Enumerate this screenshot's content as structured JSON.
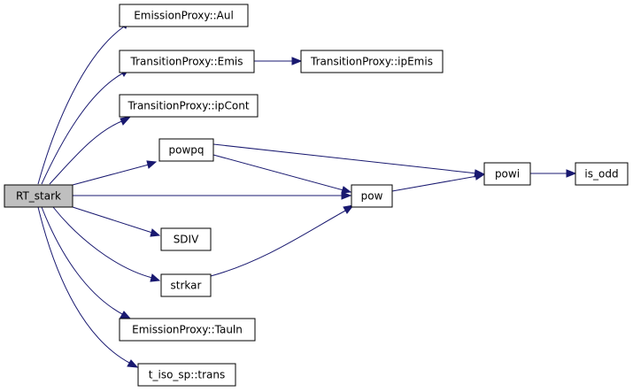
{
  "nodes": {
    "rt_stark": "RT_stark",
    "aul": "EmissionProxy::Aul",
    "emis": "TransitionProxy::Emis",
    "ipEmis": "TransitionProxy::ipEmis",
    "ipCont": "TransitionProxy::ipCont",
    "powpq": "powpq",
    "powi": "powi",
    "is_odd": "is_odd",
    "pow": "pow",
    "sdiv": "SDIV",
    "strkar": "strkar",
    "tauln": "EmissionProxy::Tauln",
    "trans": "t_iso_sp::trans"
  },
  "colors": {
    "edge": "#191970",
    "root_fill": "#bfbfbf",
    "node_fill": "#ffffff",
    "border": "#000000"
  },
  "edges": [
    [
      "rt_stark",
      "aul"
    ],
    [
      "rt_stark",
      "emis"
    ],
    [
      "rt_stark",
      "ipCont"
    ],
    [
      "rt_stark",
      "powpq"
    ],
    [
      "rt_stark",
      "pow"
    ],
    [
      "rt_stark",
      "sdiv"
    ],
    [
      "rt_stark",
      "strkar"
    ],
    [
      "rt_stark",
      "tauln"
    ],
    [
      "rt_stark",
      "trans"
    ],
    [
      "emis",
      "ipEmis"
    ],
    [
      "powpq",
      "powi"
    ],
    [
      "powpq",
      "pow"
    ],
    [
      "pow",
      "powi"
    ],
    [
      "powi",
      "is_odd"
    ],
    [
      "strkar",
      "pow"
    ]
  ]
}
